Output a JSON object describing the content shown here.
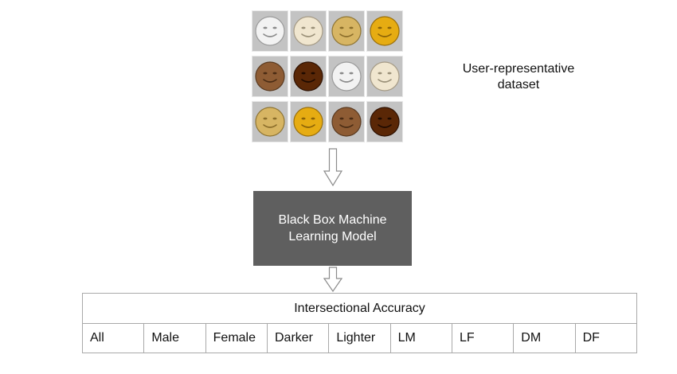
{
  "dataset": {
    "label_line1": "User-representative",
    "label_line2": "dataset",
    "faces": [
      {
        "skin": "#f2f2f2",
        "feature": "#8a8a8a",
        "outline": "#9a9a9a"
      },
      {
        "skin": "#f0e6cf",
        "feature": "#9a9078",
        "outline": "#a59a85"
      },
      {
        "skin": "#d7b563",
        "feature": "#8a6d2a",
        "outline": "#8f7533"
      },
      {
        "skin": "#e6ac12",
        "feature": "#8a6208",
        "outline": "#9a6f0a"
      },
      {
        "skin": "#8e5c34",
        "feature": "#4a2c14",
        "outline": "#5a3a20"
      },
      {
        "skin": "#5a2706",
        "feature": "#1e0a00",
        "outline": "#2e1203"
      },
      {
        "skin": "#f2f2f2",
        "feature": "#8a8a8a",
        "outline": "#9a9a9a"
      },
      {
        "skin": "#f0e6cf",
        "feature": "#9a9078",
        "outline": "#a59a85"
      },
      {
        "skin": "#d7b563",
        "feature": "#8a6d2a",
        "outline": "#8f7533"
      },
      {
        "skin": "#e6ac12",
        "feature": "#8a6208",
        "outline": "#9a6f0a"
      },
      {
        "skin": "#8e5c34",
        "feature": "#4a2c14",
        "outline": "#5a3a20"
      },
      {
        "skin": "#5a2706",
        "feature": "#1e0a00",
        "outline": "#2e1203"
      }
    ]
  },
  "model": {
    "line1": "Black Box Machine",
    "line2": "Learning Model",
    "color": "#5f5f5f"
  },
  "accuracy": {
    "title": "Intersectional Accuracy",
    "columns": [
      "All",
      "Male",
      "Female",
      "Darker",
      "Lighter",
      "LM",
      "LF",
      "DM",
      "DF"
    ]
  },
  "icons": [
    "smiley-face-icon",
    "down-arrow-icon"
  ]
}
